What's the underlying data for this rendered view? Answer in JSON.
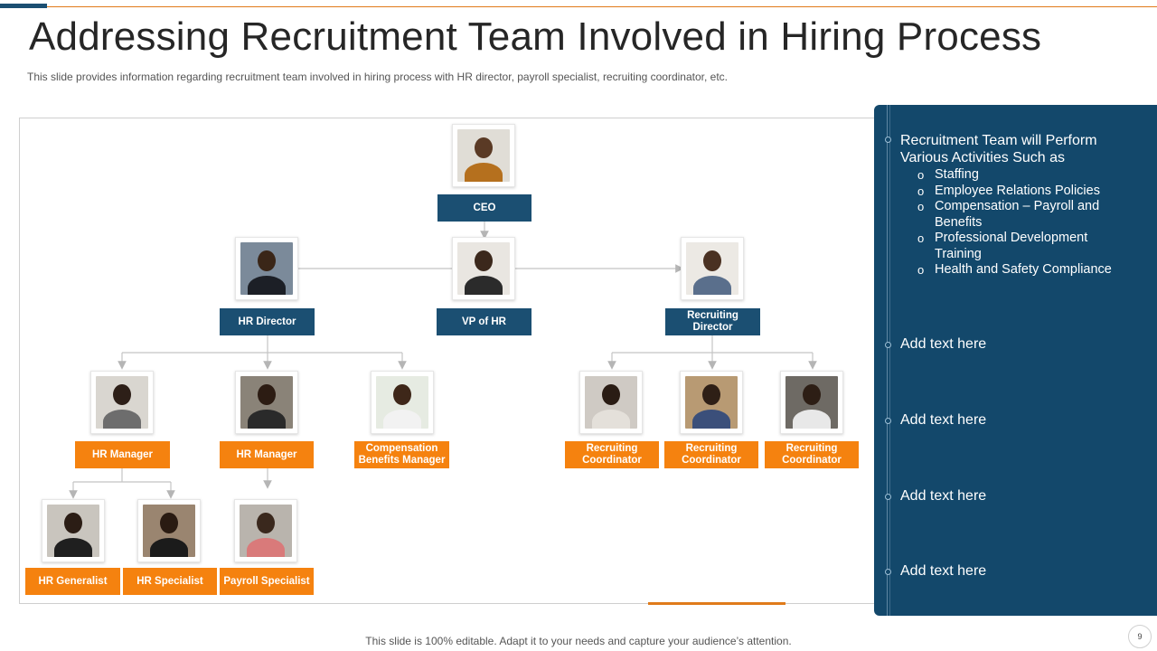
{
  "slide": {
    "title": "Addressing Recruitment Team Involved in Hiring Process",
    "subtitle": "This slide provides information regarding recruitment team involved in hiring process with HR director, payroll specialist, recruiting coordinator, etc.",
    "footer": "This slide is 100% editable. Adapt it to your needs and capture your audience’s attention.",
    "page_number": "9"
  },
  "org_chart": {
    "ceo": "CEO",
    "hr_director": "HR Director",
    "vp_hr": "VP of HR",
    "recruiting_director": "Recruiting Director",
    "hr_manager_1": "HR Manager",
    "hr_manager_2": "HR Manager",
    "compensation_manager": "Compensation Benefits Manager",
    "recruiting_coordinator_1": "Recruiting Coordinator",
    "recruiting_coordinator_2": "Recruiting Coordinator",
    "recruiting_coordinator_3": "Recruiting Coordinator",
    "hr_generalist": "HR Generalist",
    "hr_specialist": "HR Specialist",
    "payroll_specialist": "Payroll Specialist"
  },
  "side_panel": {
    "heading": "Recruitment Team will Perform Various Activities Such as",
    "activities": [
      "Staffing",
      "Employee Relations Policies",
      "Compensation – Payroll and Benefits",
      "Professional Development Training",
      "Health and Safety Compliance"
    ],
    "placeholders": [
      "Add text here",
      "Add text here",
      "Add text here",
      "Add text here"
    ]
  },
  "colors": {
    "navy": "#1b4f72",
    "orange": "#f5820f",
    "panel": "#13486b"
  }
}
